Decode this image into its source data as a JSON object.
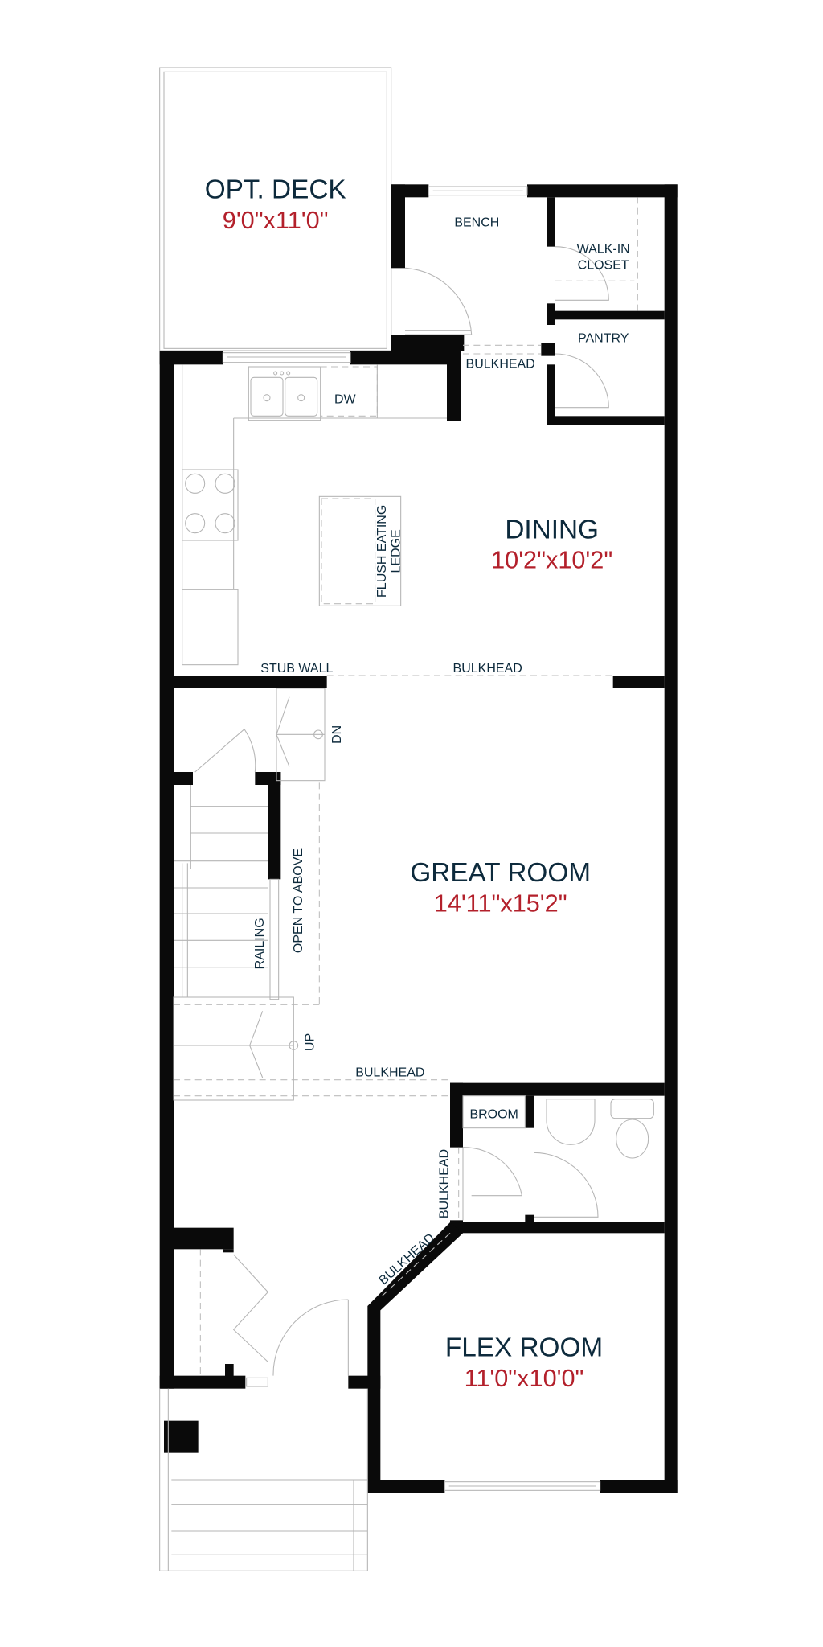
{
  "rooms": {
    "deck": {
      "name": "OPT. DECK",
      "size": "9'0\"x11'0\""
    },
    "dining": {
      "name": "DINING",
      "size": "10'2\"x10'2\""
    },
    "great_room": {
      "name": "GREAT ROOM",
      "size": "14'11\"x15'2\""
    },
    "flex_room": {
      "name": "FLEX ROOM",
      "size": "11'0\"x10'0\""
    }
  },
  "labels": {
    "bench": "BENCH",
    "walk_in_closet_1": "WALK-IN",
    "walk_in_closet_2": "CLOSET",
    "pantry": "PANTRY",
    "bulkhead_upper": "BULKHEAD",
    "dw": "DW",
    "flush_eating_1": "FLUSH EATING",
    "flush_eating_2": "LEDGE",
    "stub_wall": "STUB WALL",
    "bulkhead_mid": "BULKHEAD",
    "dn": "DN",
    "open_to_above": "OPEN TO ABOVE",
    "railing": "RAILING",
    "up": "UP",
    "bulkhead_lower": "BULKHEAD",
    "broom": "BROOM",
    "bulkhead_vertical": "BULKHEAD",
    "bulkhead_diagonal": "BULKHEAD"
  },
  "colors": {
    "room_name": "#0d2a3c",
    "dimension": "#b3202b",
    "wall": "#0a0a0a"
  }
}
